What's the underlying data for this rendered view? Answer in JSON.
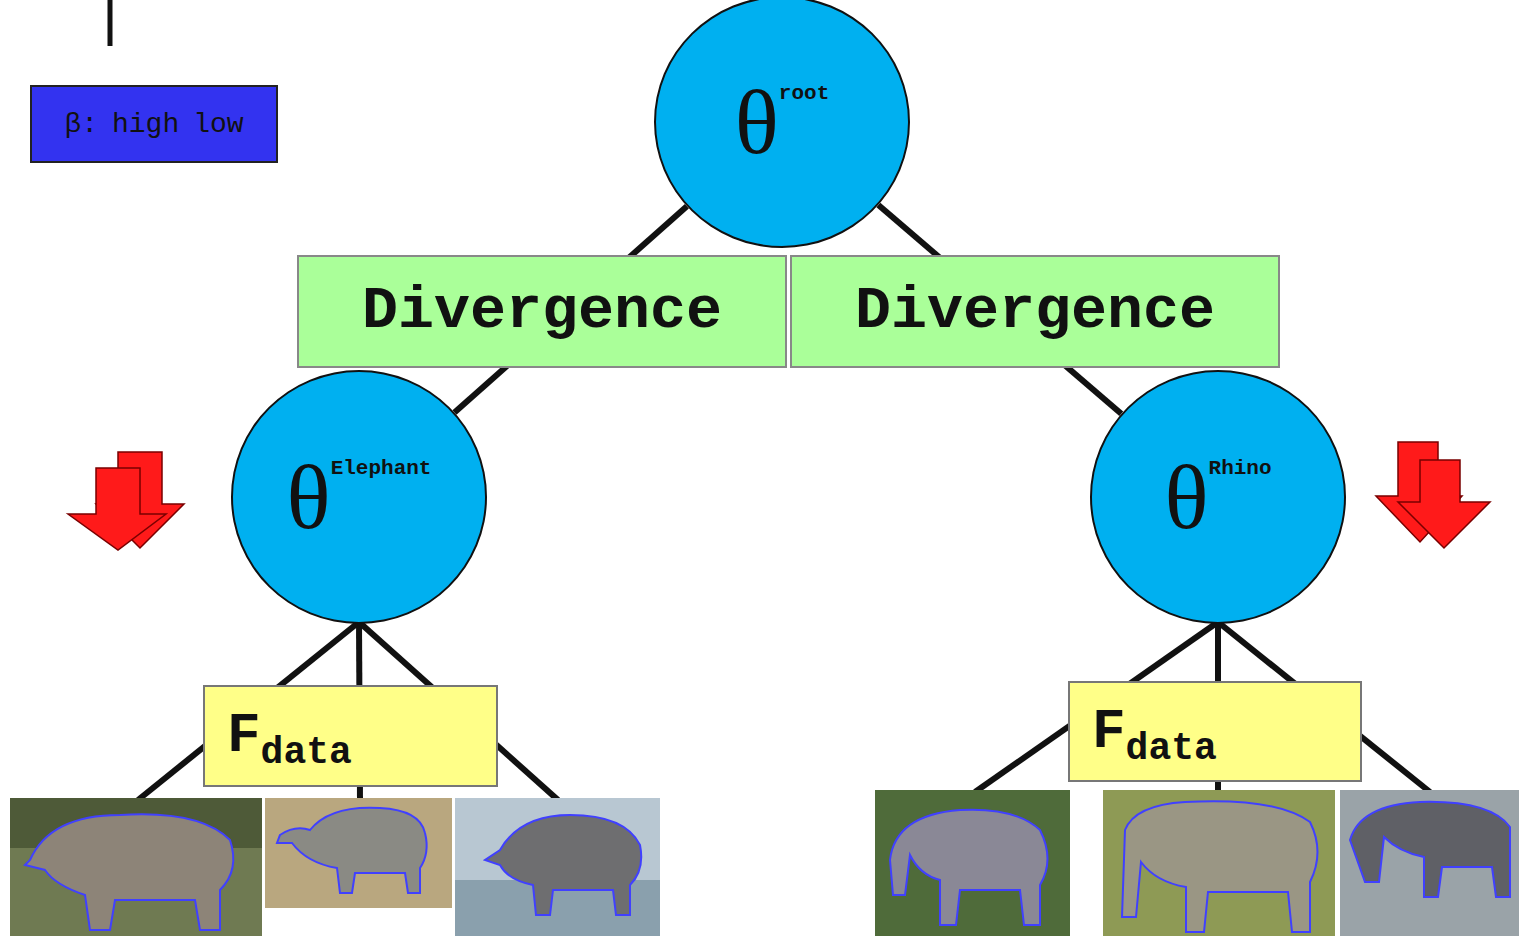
{
  "diagram": {
    "nodes": [
      {
        "text": [
          "β:",
          "high",
          "low"
        ]
      },
      {
        "text": [
          "θ",
          "root"
        ]
      },
      {
        "text": [
          "θ",
          "Elephant"
        ]
      },
      {
        "text": [
          "θ",
          "Rhino"
        ]
      },
      {
        "text": [
          "F",
          "data"
        ]
      },
      {
        "text": [
          "F",
          "data"
        ]
      }
    ],
    "edges": [
      {
        "from": 1,
        "to": 2,
        "arrow": "none",
        "label": "Divergence"
      },
      {
        "from": 1,
        "to": 3,
        "arrow": "none",
        "label": "Divergence"
      }
    ]
  }
}
